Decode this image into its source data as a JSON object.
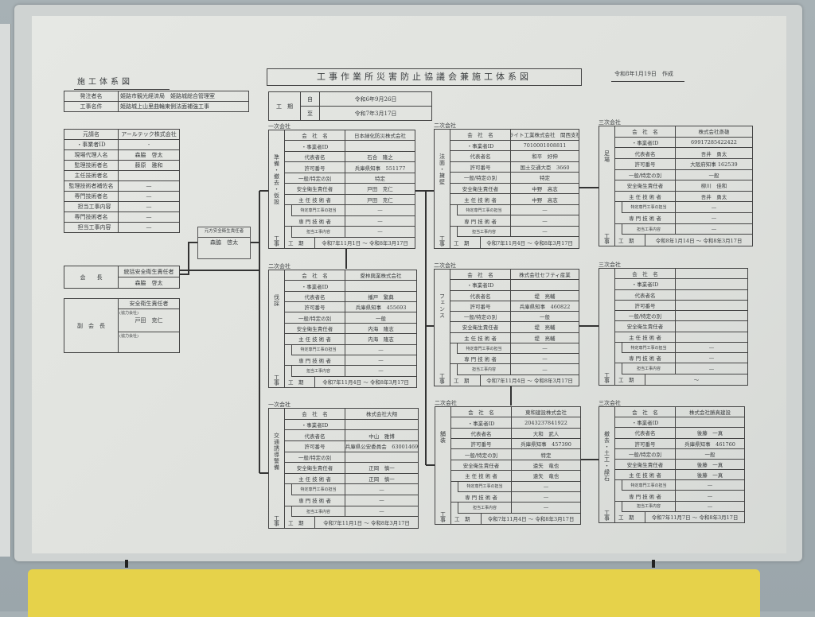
{
  "header": {
    "left_title": "施工体系図",
    "main_title": "工事作業所災害防止協議会兼施工体系図",
    "created": "令和8年1月19日　作成"
  },
  "project": {
    "orderer_label": "発注者名",
    "orderer": "姫路市観光経済局　姫路城総合管理室",
    "name_label": "工事名件",
    "name": "姫路城上山里曲輪東側法面補強工事"
  },
  "period": {
    "label": "工　期",
    "from_label": "自",
    "from": "令和6年9月26日",
    "to_label": "至",
    "to": "令和7年3月17日"
  },
  "prime": {
    "rows": [
      {
        "label": "元請名",
        "value": "アールテック株式会社"
      },
      {
        "label": "・事業者ID",
        "value": "-"
      },
      {
        "label": "現場代理人名",
        "value": "森脇　啓太"
      },
      {
        "label": "監理技術者名",
        "value": "藤原　雅和"
      },
      {
        "label": "主任技術者名",
        "value": ""
      },
      {
        "label": "監理技術者補佐名",
        "value": "—"
      },
      {
        "label": "専門技術者名",
        "value": "—"
      },
      {
        "label": "担当工事内容",
        "value": "—"
      },
      {
        "label": "専門技術者名",
        "value": "—"
      },
      {
        "label": "担当工事内容",
        "value": "—"
      }
    ]
  },
  "safety": {
    "label": "元方安全衛生責任者",
    "name": "森脇　啓太"
  },
  "council": {
    "chair_label": "会　　長",
    "chair_role": "統括安全衛生責任者",
    "chair_name": "森脇　啓太",
    "vice_label": "副　会　長",
    "vice_role": "安全衛生責任者",
    "vice_note1": "(協力会社)",
    "vice_name": "戸田　克仁",
    "vice_note2": "(協力会社)"
  },
  "row_labels": [
    "会　社　名",
    "・事業者ID",
    "代表者名",
    "許可番号",
    "一般/特定の別",
    "安全衛生責任者",
    "主 任 技 術 者",
    "特定専門工事の担当",
    "専 門 技 術 者",
    "担当工事内容"
  ],
  "period_label": "工　期",
  "kouji_label": "工事",
  "companies": [
    {
      "tier": "一次会社",
      "trade": "準備・撤去・仮設",
      "values": [
        "日本緑化防災株式会社",
        "",
        "石合　隆之",
        "兵庫県知事　551177",
        "特定",
        "戸田　克仁",
        "戸田　克仁",
        "—",
        "—",
        "—"
      ],
      "period": "令和7年11月1日 ～ 令和8年3月17日"
    },
    {
      "tier": "二次会社",
      "trade": "法面・擁壁",
      "values": [
        "ライト工業株式会社　関西支社",
        "7010001008811",
        "和平　好伸",
        "国土交通大臣　3660",
        "特定",
        "中野　高志",
        "中野　高志",
        "—",
        "—",
        "—"
      ],
      "period": "令和7年11月4日 ～ 令和8年3月17日"
    },
    {
      "tier": "三次会社",
      "trade": "足場",
      "values": [
        "株式会社斎雄",
        "69917285422422",
        "吾井　勇太",
        "大阪府知事 162539",
        "一般",
        "柳川　佳和",
        "吾井　勇太",
        "—",
        "—",
        "—"
      ],
      "period": "令和8年1月14日 ～ 令和8年3月17日"
    },
    {
      "tier": "二次会社",
      "trade": "伐採",
      "values": [
        "愛林興業株式会社",
        "",
        "播戸　繁典",
        "兵庫県知事　455693",
        "一般",
        "内海　隆志",
        "内海　隆志",
        "—",
        "—",
        "—"
      ],
      "period": "令和7年11月4日 ～ 令和8年3月17日"
    },
    {
      "tier": "二次会社",
      "trade": "フェンス",
      "values": [
        "株式会社セフティ産業",
        "",
        "堤　亮輔",
        "兵庫県知事　460822",
        "一般",
        "堤　亮輔",
        "堤　亮輔",
        "—",
        "—",
        "—"
      ],
      "period": "令和7年11月4日 ～ 令和8年3月17日"
    },
    {
      "tier": "三次会社",
      "trade": "",
      "values": [
        "",
        "",
        "",
        "",
        "",
        "",
        "",
        "—",
        "—",
        "—"
      ],
      "period": "～"
    },
    {
      "tier": "一次会社",
      "trade": "交通誘導警備",
      "values": [
        "株式会社大翔",
        "",
        "中山　雅博",
        "兵庫県公安委員会　63001469",
        "",
        "正岡　慎一",
        "正岡　慎一",
        "—",
        "—",
        "—"
      ],
      "period": "令和7年11月1日 ～ 令和8年3月17日"
    },
    {
      "tier": "二次会社",
      "trade": "舗装",
      "values": [
        "東和建設株式会社",
        "2043237841922",
        "大和　武人",
        "兵庫県知事　457390",
        "特定",
        "遠矢　竜也",
        "遠矢　竜也",
        "—",
        "—",
        "—"
      ],
      "period": "令和7年11月4日 ～ 令和8年3月17日"
    },
    {
      "tier": "三次会社",
      "trade": "撤去・土工・緑石",
      "values": [
        "株式会社勝真建設",
        "",
        "後藤　一真",
        "兵庫県知事　461760",
        "一般",
        "後藤　一真",
        "後藤　一真",
        "—",
        "—",
        "—"
      ],
      "period": "令和7年11月7日 ～ 令和8年3月17日"
    }
  ]
}
